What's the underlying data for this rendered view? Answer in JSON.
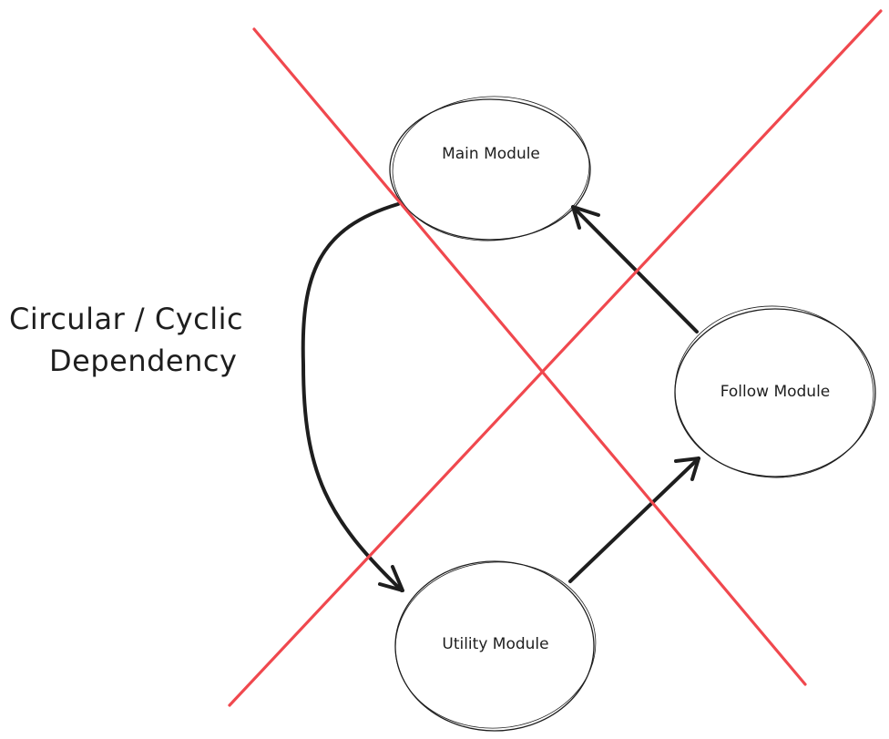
{
  "diagram": {
    "title_lines": [
      "Circular / Cyclic",
      "Dependency"
    ],
    "nodes": {
      "main": "Main Module",
      "follow": "Follow Module",
      "utility": "Utility Module"
    },
    "edges": [
      {
        "from": "Main Module",
        "to": "Utility Module"
      },
      {
        "from": "Utility Module",
        "to": "Follow Module"
      },
      {
        "from": "Follow Module",
        "to": "Main Module"
      }
    ],
    "colors": {
      "stroke": "#1e1e1e",
      "cross": "#f0484e",
      "background": "#ffffff"
    }
  }
}
